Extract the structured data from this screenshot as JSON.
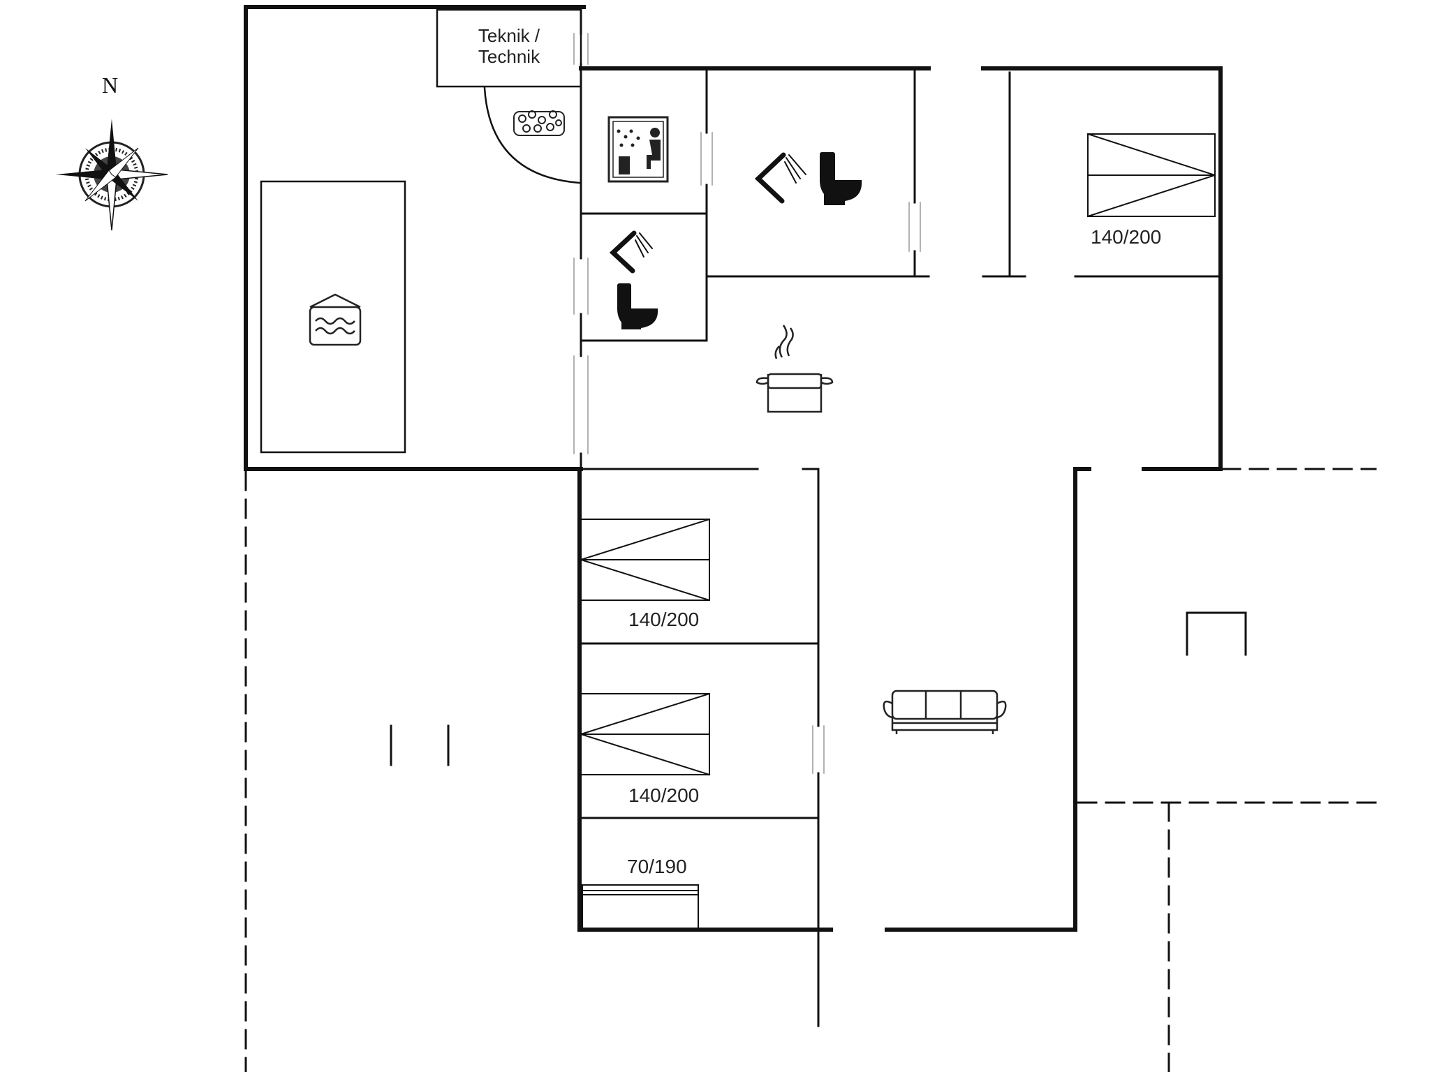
{
  "compass": {
    "label": "N",
    "icon": "compass-rose-icon"
  },
  "rooms": {
    "technical": {
      "label_line1": "Teknik /",
      "label_line2": "Technik",
      "icon": "whirlpool-icon"
    },
    "pool": {
      "icon": "indoor-pool-icon"
    },
    "sauna": {
      "icon": "sauna-icon"
    },
    "bathroom_1": {
      "icons": [
        "shower-icon",
        "toilet-icon"
      ]
    },
    "bathroom_2": {
      "icons": [
        "shower-icon",
        "toilet-icon"
      ]
    },
    "bedroom_1": {
      "bed_size": "140/200"
    },
    "kitchen": {
      "icon": "cooking-pot-icon"
    },
    "bedroom_2": {
      "bed_size": "140/200"
    },
    "bedroom_3": {
      "bed_size": "140/200"
    },
    "bedroom_4": {
      "bed_size": "70/190"
    },
    "living_room": {
      "icon": "sofa-icon"
    },
    "terrace_right": {
      "icon": "fireplace-icon"
    },
    "terrace_left": {
      "icon": "door-gap-icon"
    }
  },
  "colors": {
    "wall": "#111111",
    "line": "#222222",
    "background": "#ffffff"
  }
}
